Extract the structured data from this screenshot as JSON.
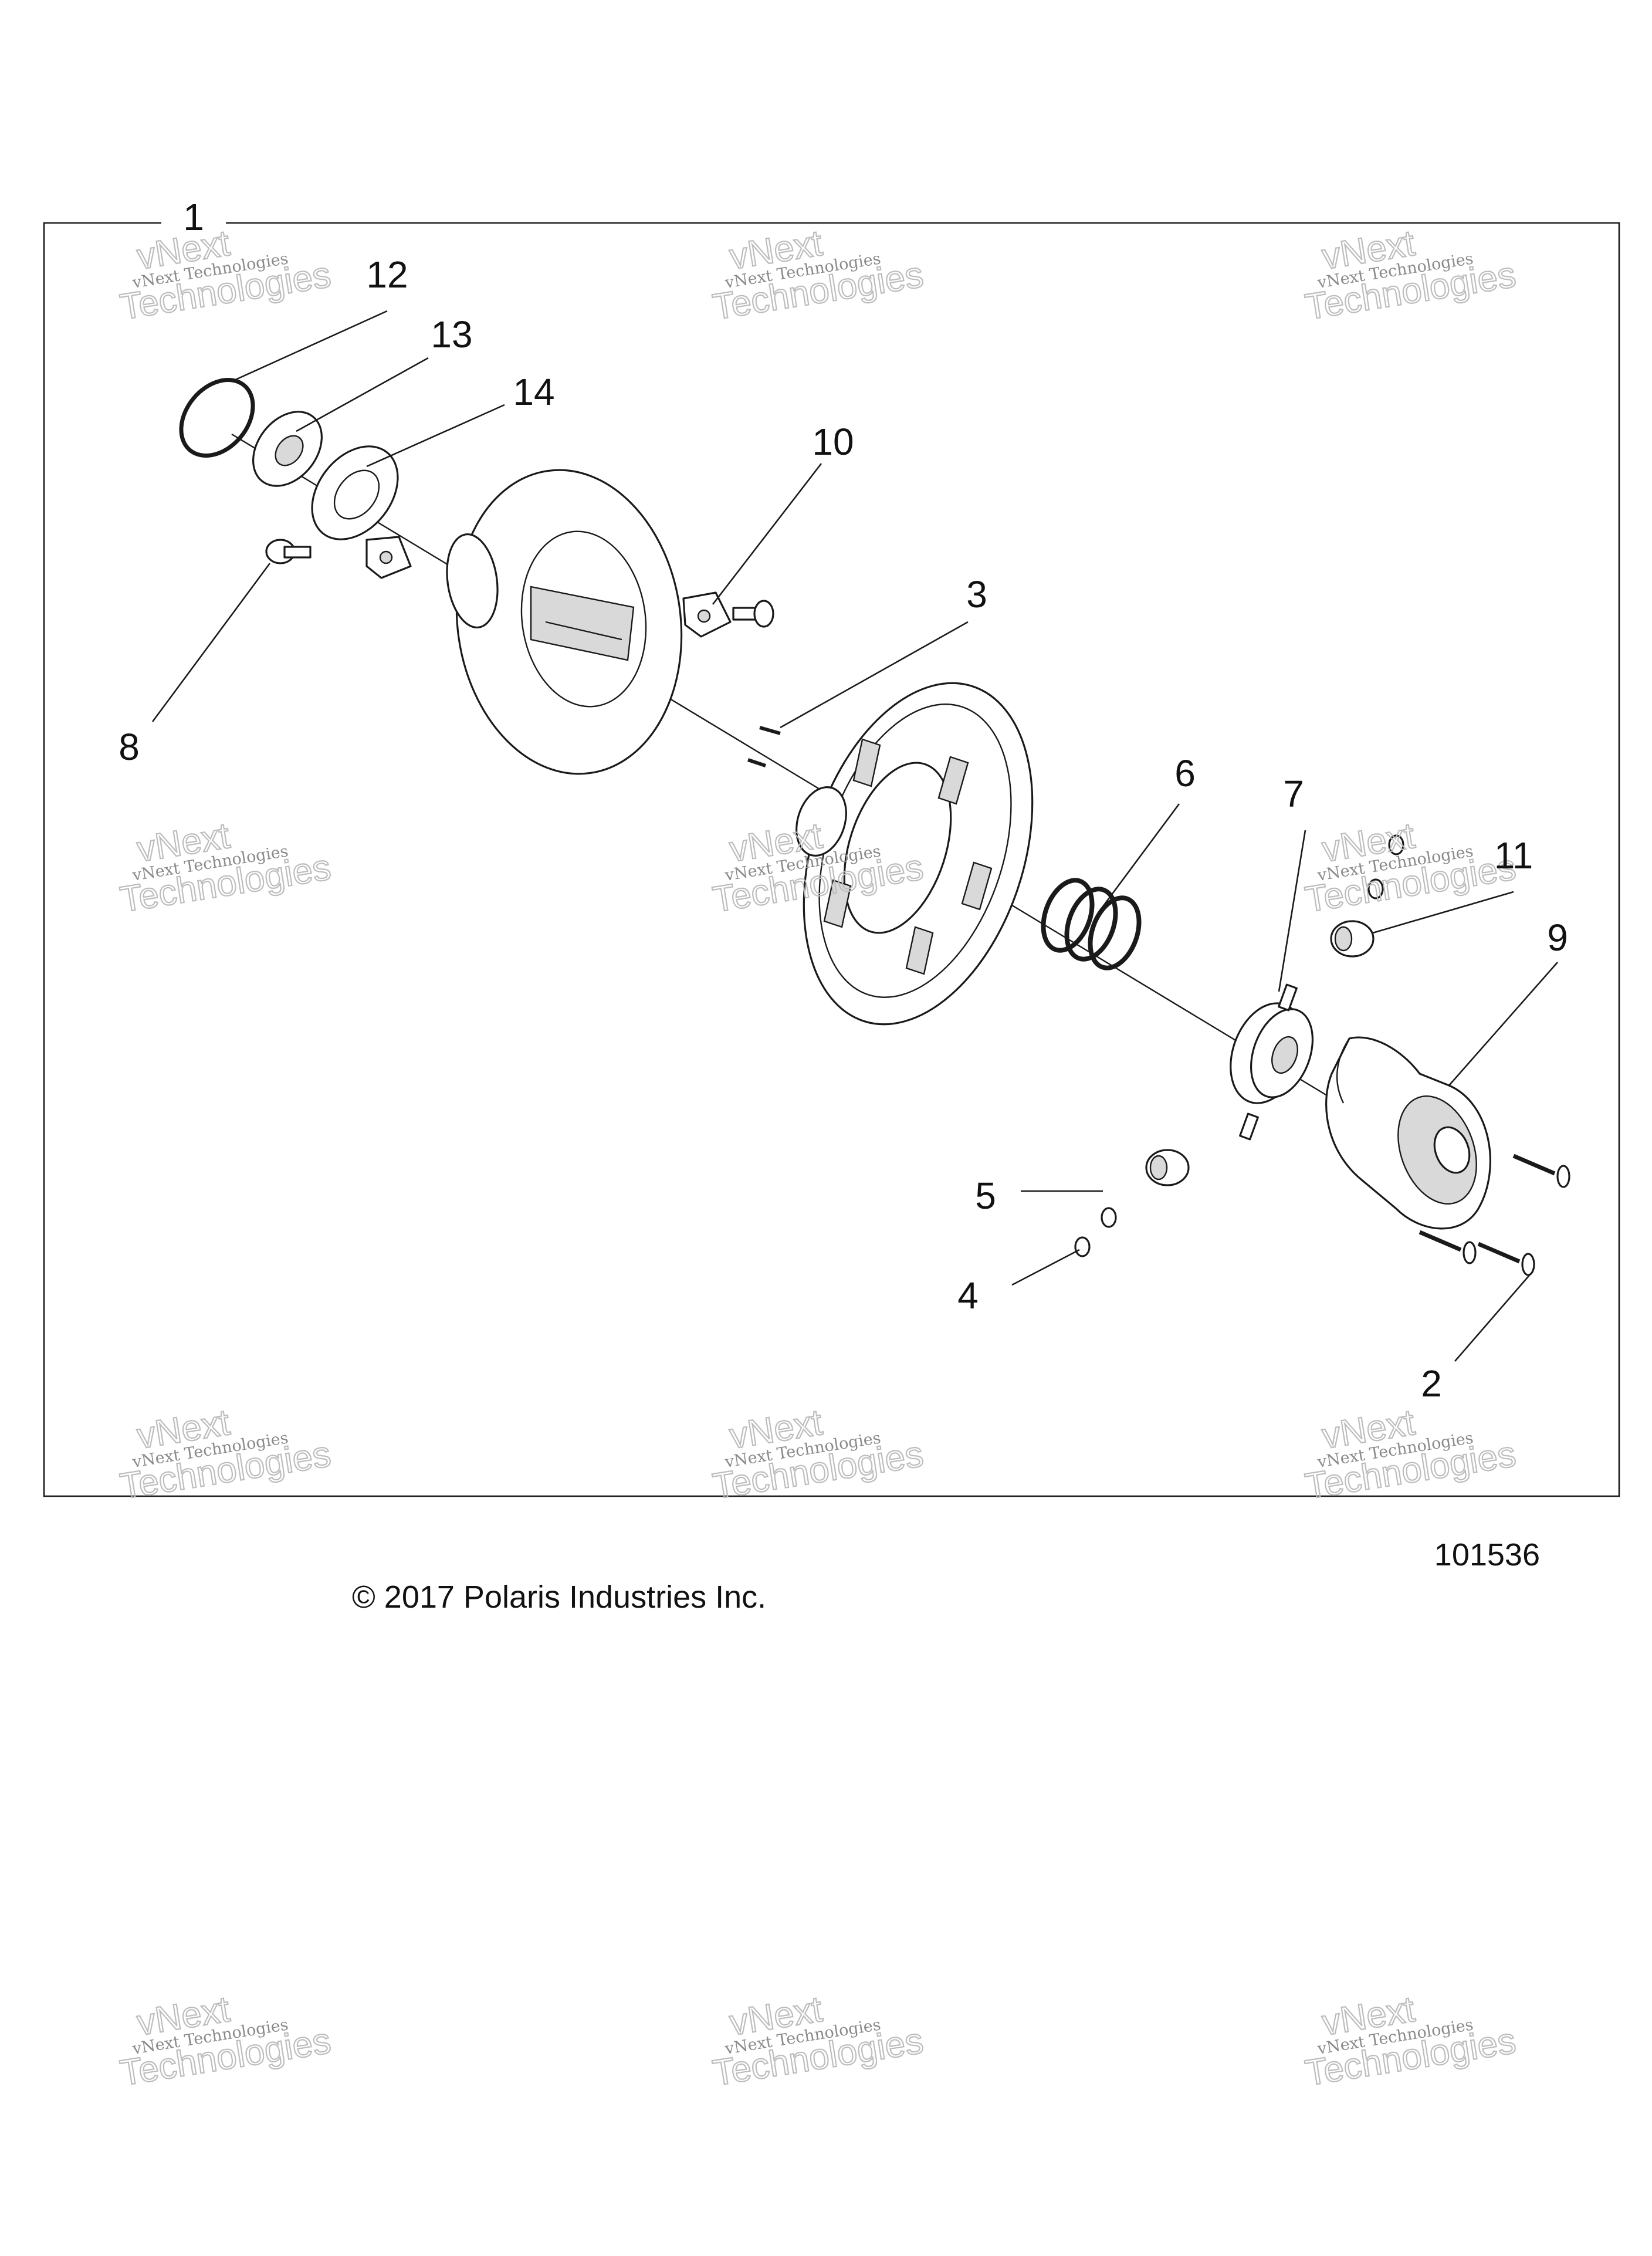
{
  "diagram": {
    "assembly_callout": "1",
    "callouts": [
      "2",
      "3",
      "4",
      "5",
      "6",
      "7",
      "8",
      "9",
      "10",
      "11",
      "12",
      "13",
      "14"
    ],
    "figure_number": "101536",
    "copyright": "© 2017 Polaris Industries Inc."
  },
  "watermark": {
    "line1": "vNext Technologies",
    "line2": "Technologies",
    "line3": "vNext"
  }
}
